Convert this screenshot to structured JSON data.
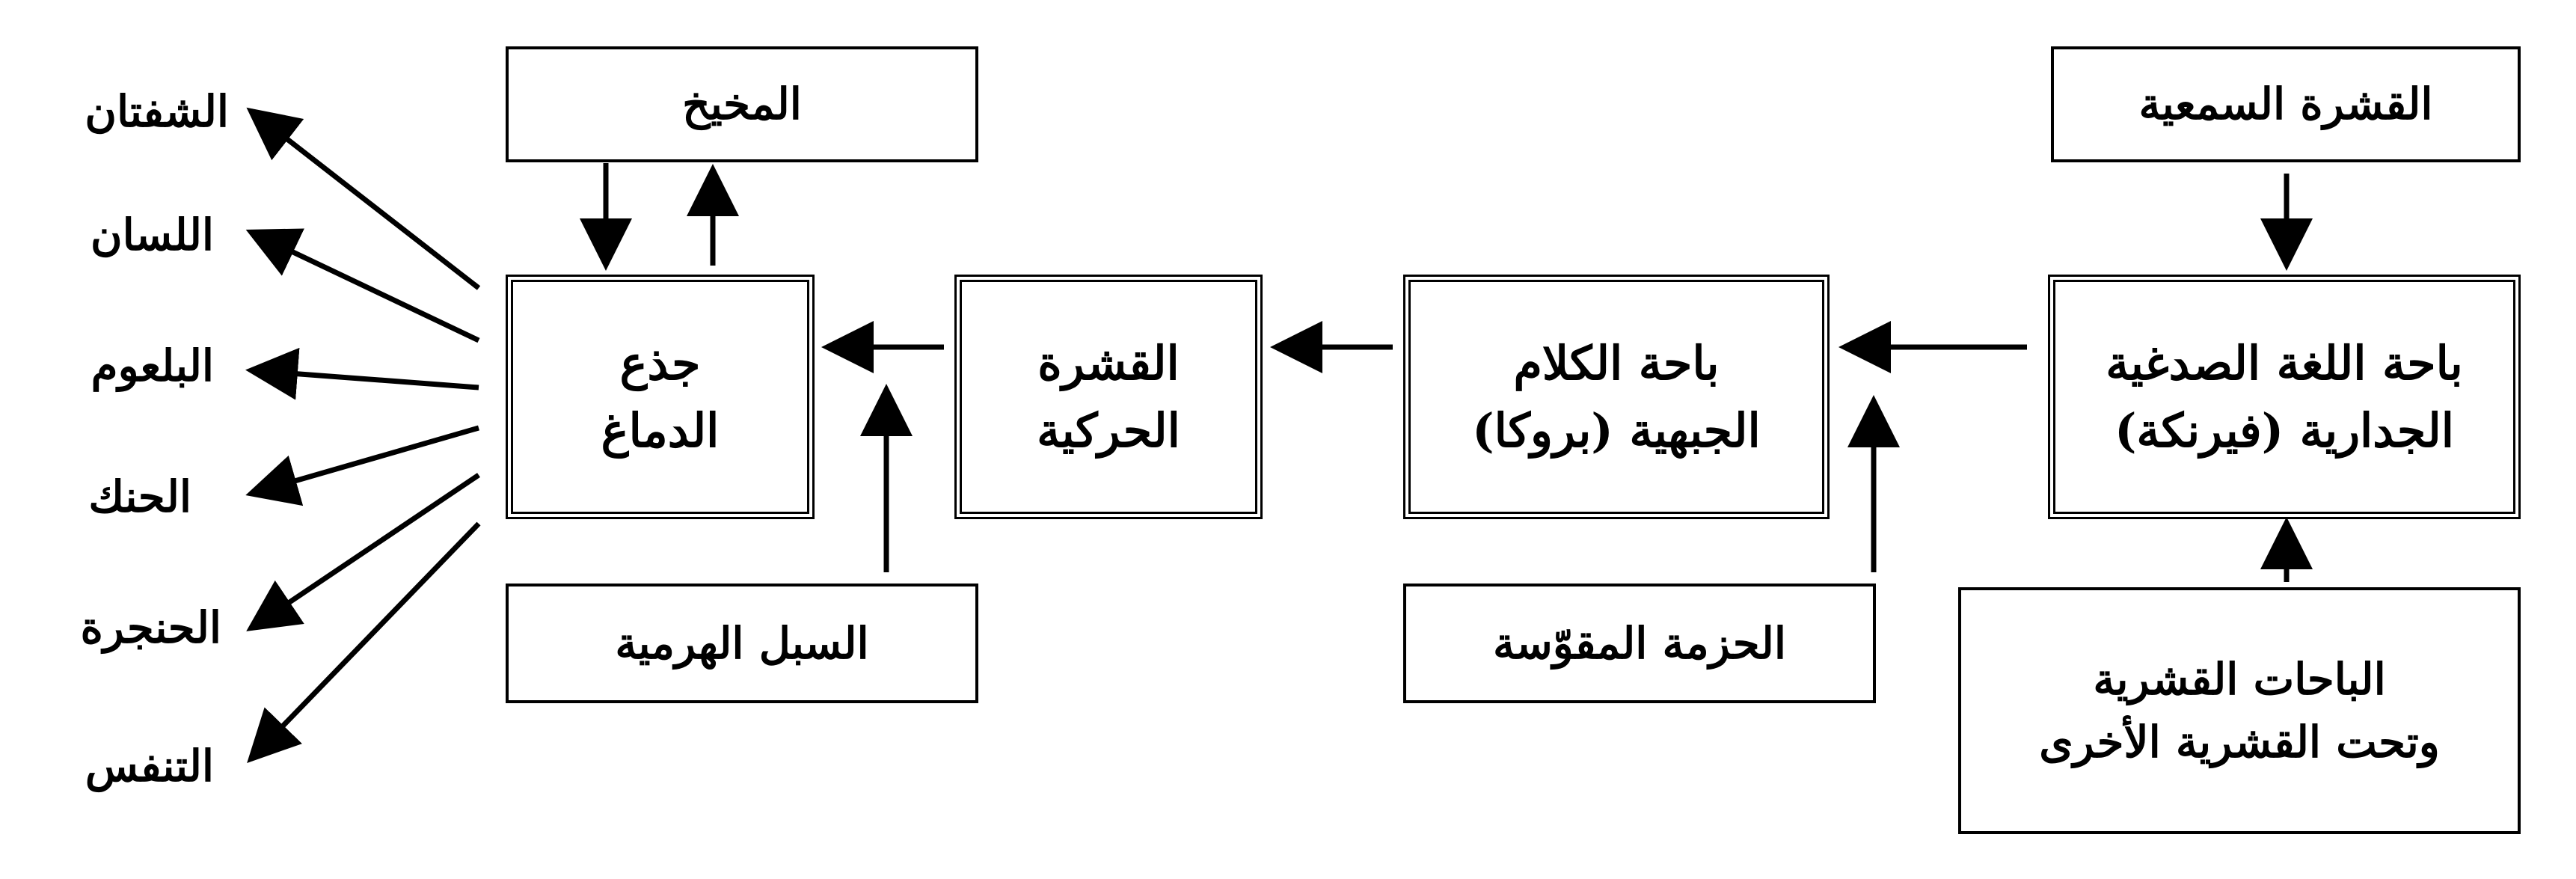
{
  "nodes": {
    "auditory_cortex": {
      "label": "القشرة السمعية"
    },
    "wernicke": {
      "line1": "باحة اللغة الصدغية",
      "line2": "الجدارية (فيرنكة)"
    },
    "other_areas": {
      "line1": "الباحات القشرية",
      "line2": "وتحت القشرية الأخرى"
    },
    "broca": {
      "line1": "باحة الكلام",
      "line2": "الجبهية (بروكا)"
    },
    "arcuate": {
      "label": "الحزمة المقوّسة"
    },
    "motor_cortex": {
      "line1": "القشرة",
      "line2": "الحركية"
    },
    "pyramidal": {
      "label": "السبل الهرمية"
    },
    "brainstem": {
      "line1": "جذع",
      "line2": "الدماغ"
    },
    "cerebellum": {
      "label": "المخيخ"
    }
  },
  "targets": [
    "الشفتان",
    "اللسان",
    "البلعوم",
    "الحنك",
    "الحنجرة",
    "التنفس"
  ]
}
